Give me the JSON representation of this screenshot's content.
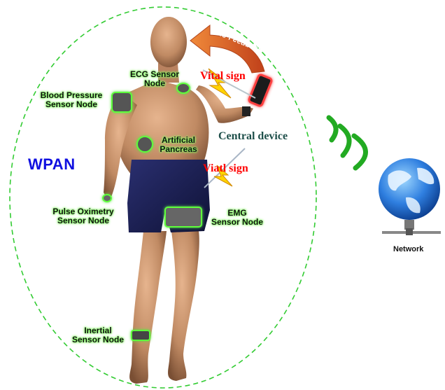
{
  "diagram": {
    "wpan_label": "WPAN",
    "central_device": "Central device",
    "vital_sign_top": "Vital sign",
    "vital_sign_mid": "Viatl sign",
    "bio_feedback": "Bio-Feedback",
    "network_label": "Network",
    "nodes": {
      "ecg": [
        "ECG Sensor",
        "Node"
      ],
      "blood_pressure": [
        "Blood Pressure",
        "Sensor Node"
      ],
      "pancreas": [
        "Artificial",
        "Pancreas"
      ],
      "pulse": [
        "Pulse Oximetry",
        "Sensor Node"
      ],
      "emg": [
        "EMG",
        "Sensor Node"
      ],
      "inertial": [
        "Inertial",
        "Sensor Node"
      ]
    },
    "colors": {
      "ellipse": "#33cc33",
      "glow": "#7CFF5A",
      "wave": "#22aa22",
      "arrow": "#e8602a",
      "vital": "#ff0000",
      "wpan": "#1010e0",
      "central": "#1e4f4a",
      "shorts": "#161a4a",
      "skin": "#c89670"
    }
  }
}
